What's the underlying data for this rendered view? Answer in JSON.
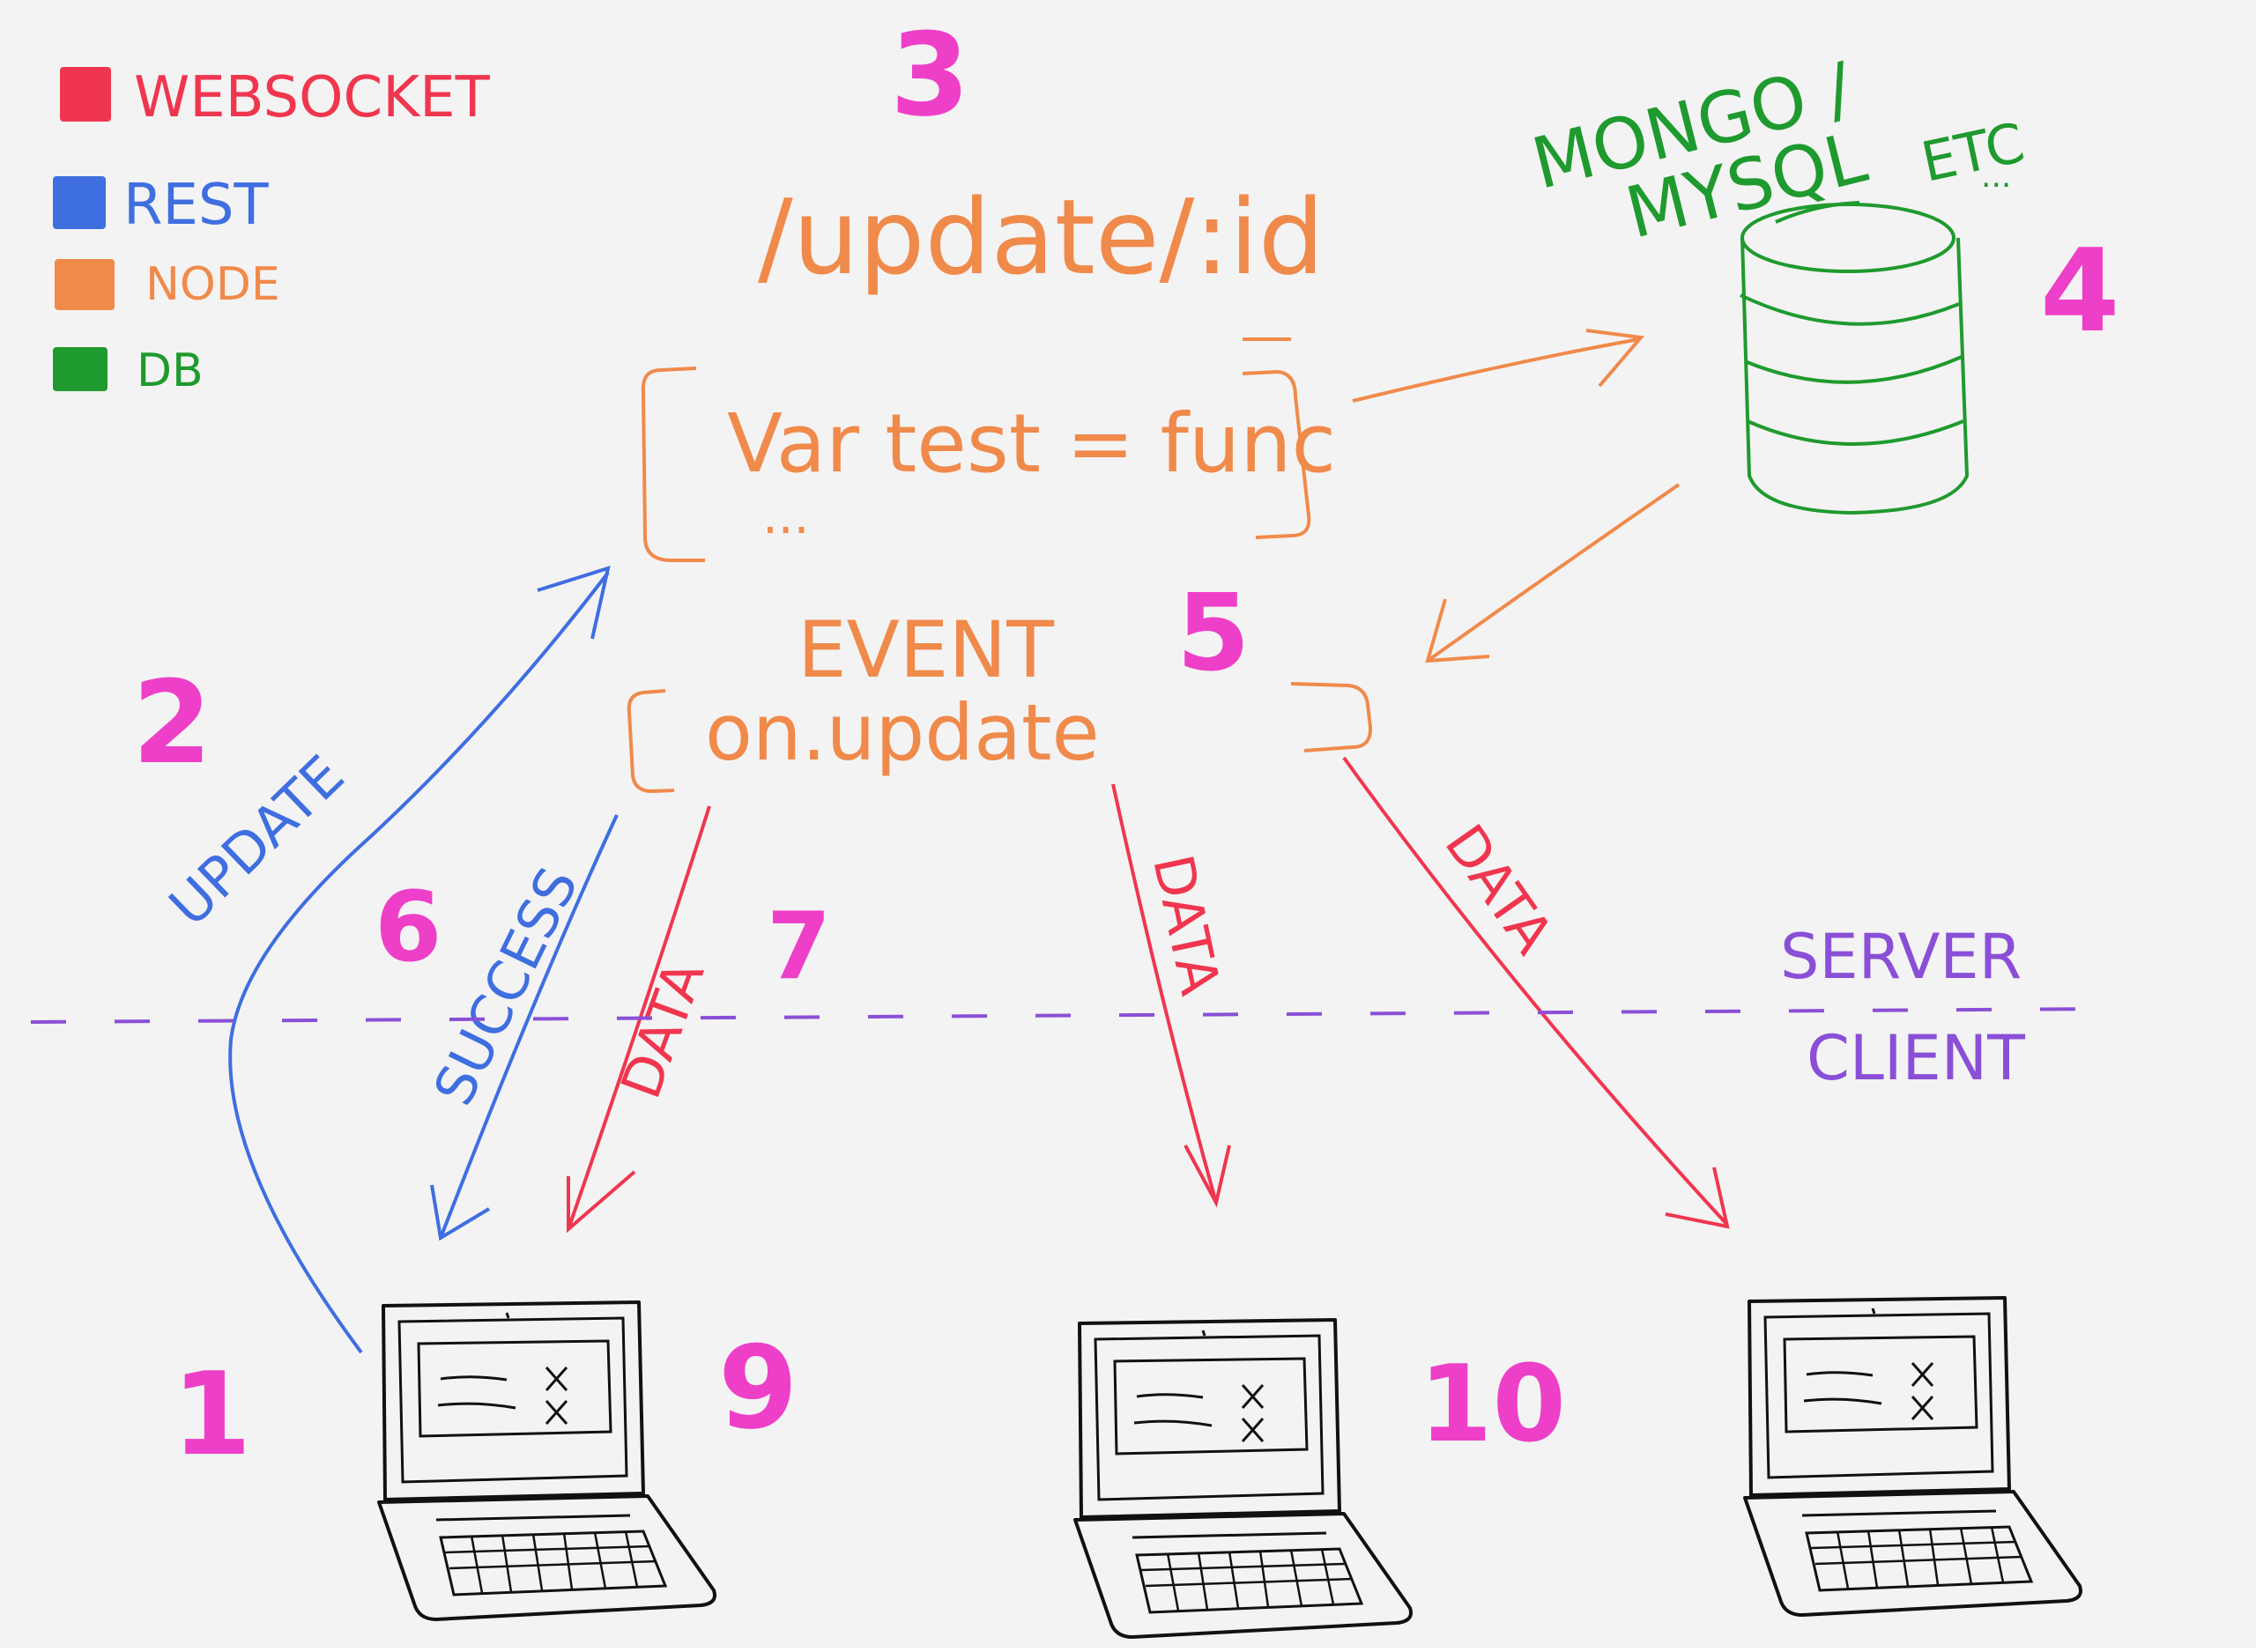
{
  "colors": {
    "websocket": "#f0364f",
    "rest": "#3f6ee0",
    "node": "#f08a4b",
    "db": "#1f9a2e",
    "number": "#ee3fc8",
    "divider": "#8a4fd6",
    "laptop": "#111111",
    "background": "#f3f3f3"
  },
  "legend": {
    "items": [
      {
        "label": "WEBSOCKET",
        "color_key": "websocket"
      },
      {
        "label": "REST",
        "color_key": "rest"
      },
      {
        "label": "NODE",
        "color_key": "node"
      },
      {
        "label": "DB",
        "color_key": "db"
      }
    ]
  },
  "steps": {
    "n1": "1",
    "n2": "2",
    "n3": "3",
    "n4": "4",
    "n5": "5",
    "n6": "6",
    "n7": "7",
    "n9": "9",
    "n10": "10"
  },
  "node_block": {
    "route": "/update/:id",
    "code_line": "Var test = func",
    "code_more": "...",
    "event_label": "EVENT",
    "event_handler": "on.update"
  },
  "database": {
    "label_line1": "MONGO /",
    "label_line2": "MYSQL",
    "label_line3": "ETC",
    "label_more": "..."
  },
  "arrows": {
    "update": "UPDATE",
    "success": "SUCCESS",
    "data": "DATA"
  },
  "divider": {
    "server": "SERVER",
    "client": "CLIENT"
  },
  "laptops": [
    {
      "name": "laptop-1"
    },
    {
      "name": "laptop-2"
    },
    {
      "name": "laptop-3"
    }
  ]
}
